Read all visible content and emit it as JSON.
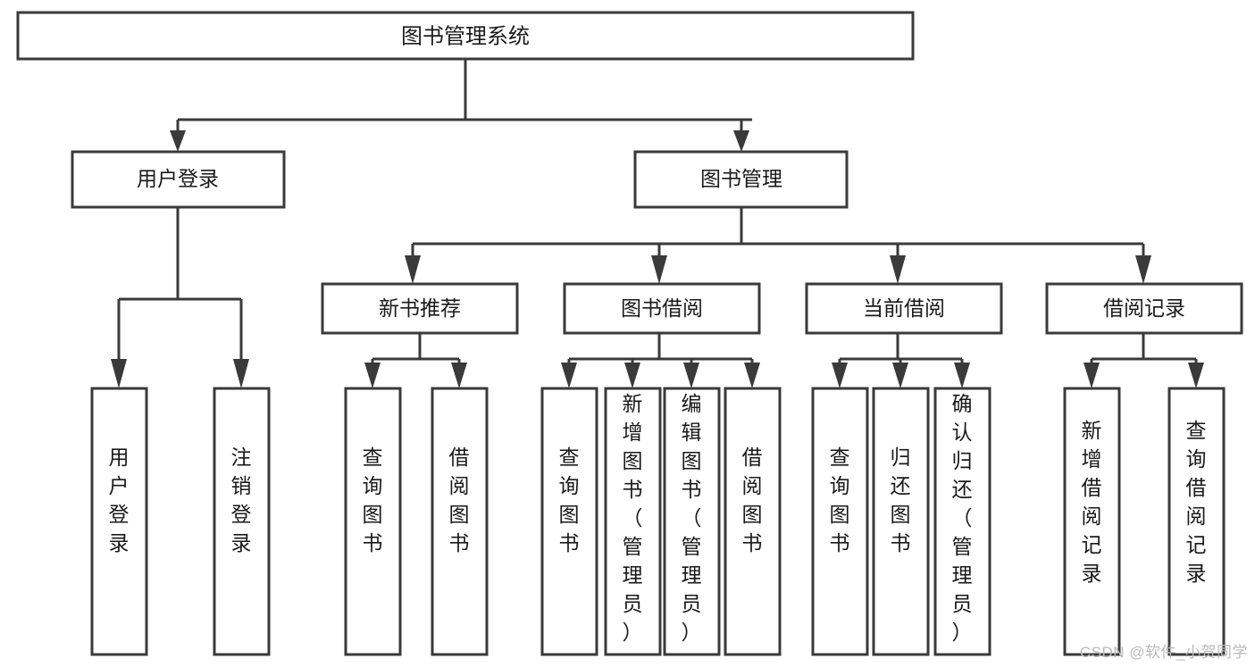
{
  "diagram": {
    "title": "图书管理系统",
    "type": "hierarchy-tree",
    "orientation": "top-down",
    "colors": {
      "background": "#ffffff",
      "box_fill": "#ffffff",
      "box_stroke": "#3a3a3a",
      "text": "#1a1a1a",
      "watermark": "#b9b9b9"
    },
    "root": {
      "label": "图书管理系统"
    },
    "level2": [
      {
        "label": "用户登录"
      },
      {
        "label": "图书管理"
      }
    ],
    "level3": [
      {
        "label": "新书推荐"
      },
      {
        "label": "图书借阅"
      },
      {
        "label": "当前借阅"
      },
      {
        "label": "借阅记录"
      }
    ],
    "leaves": {
      "user_login": [
        {
          "label": "用户登录"
        },
        {
          "label": "注销登录"
        }
      ],
      "new_book_recommend": [
        {
          "label": "查询图书"
        },
        {
          "label": "借阅图书"
        }
      ],
      "book_borrow": [
        {
          "label": "查询图书"
        },
        {
          "label": "新增图书（管理员）"
        },
        {
          "label": "编辑图书（管理员）"
        },
        {
          "label": "借阅图书"
        }
      ],
      "current_borrow": [
        {
          "label": "查询图书"
        },
        {
          "label": "归还图书"
        },
        {
          "label": "确认归还（管理员）"
        }
      ],
      "borrow_record": [
        {
          "label": "新增借阅记录"
        },
        {
          "label": "查询借阅记录"
        }
      ]
    }
  },
  "watermark": {
    "text": "CSDN @软件_小贺同学"
  }
}
